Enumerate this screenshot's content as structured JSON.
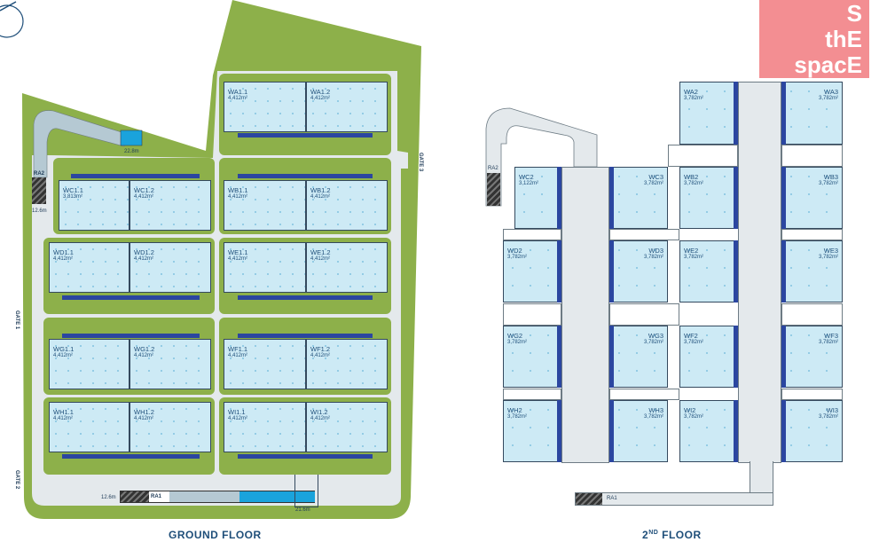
{
  "ground_floor": {
    "title": "GROUND FLOOR",
    "units": [
      {
        "id": "WA1.1",
        "area": "4,412m²"
      },
      {
        "id": "WA1.2",
        "area": "4,412m²"
      },
      {
        "id": "WC1.1",
        "area": "3,813m²"
      },
      {
        "id": "WC1.2",
        "area": "4,412m²"
      },
      {
        "id": "WB1.1",
        "area": "4,412m²"
      },
      {
        "id": "WB1.2",
        "area": "4,412m²"
      },
      {
        "id": "WD1.1",
        "area": "4,412m²"
      },
      {
        "id": "WD1.2",
        "area": "4,412m²"
      },
      {
        "id": "WE1.1",
        "area": "4,412m²"
      },
      {
        "id": "WE1.2",
        "area": "4,412m²"
      },
      {
        "id": "WG1.1",
        "area": "4,412m²"
      },
      {
        "id": "WG1.2",
        "area": "4,412m²"
      },
      {
        "id": "WF1.1",
        "area": "4,412m²"
      },
      {
        "id": "WF1.2",
        "area": "4,412m²"
      },
      {
        "id": "WH1.1",
        "area": "4,412m²"
      },
      {
        "id": "WH1.2",
        "area": "4,412m²"
      },
      {
        "id": "WI1.1",
        "area": "4,412m²"
      },
      {
        "id": "WI1.2",
        "area": "4,412m²"
      }
    ],
    "gates": [
      "GATE 3",
      "GATE 1",
      "GATE 2"
    ],
    "ramps": [
      "RA2",
      "RA1"
    ],
    "dimensions": [
      "22.8m",
      "12.6m",
      "12.6m",
      "21.6m"
    ]
  },
  "second_floor": {
    "title_num": "2",
    "title_sup": "ND",
    "title_rest": " FLOOR",
    "units": [
      {
        "id": "WA2",
        "area": "3,782m²"
      },
      {
        "id": "WA3",
        "area": "3,782m²"
      },
      {
        "id": "WC2",
        "area": "3,122m²"
      },
      {
        "id": "WC3",
        "area": "3,782m²"
      },
      {
        "id": "WB2",
        "area": "3,782m²"
      },
      {
        "id": "WB3",
        "area": "3,782m²"
      },
      {
        "id": "WD2",
        "area": "3,782m²"
      },
      {
        "id": "WD3",
        "area": "3,782m²"
      },
      {
        "id": "WE2",
        "area": "3,782m²"
      },
      {
        "id": "WE3",
        "area": "3,782m²"
      },
      {
        "id": "WG2",
        "area": "3,782m²"
      },
      {
        "id": "WG3",
        "area": "3,782m²"
      },
      {
        "id": "WF2",
        "area": "3,782m²"
      },
      {
        "id": "WF3",
        "area": "3,782m²"
      },
      {
        "id": "WH2",
        "area": "3,782m²"
      },
      {
        "id": "WH3",
        "area": "3,782m²"
      },
      {
        "id": "WI2",
        "area": "3,782m²"
      },
      {
        "id": "WI3",
        "area": "3,782m²"
      }
    ],
    "ramps": [
      "RA2",
      "RA1"
    ]
  },
  "watermark": {
    "text": "the space",
    "letters": [
      "S",
      "thE",
      "spacE"
    ]
  },
  "colors": {
    "green": "#8db04a",
    "unit": "#cdeaf5",
    "dock": "#2b46a0",
    "road": "#e4e9ec",
    "title": "#1e4e79",
    "watermark": "#f06e73"
  }
}
